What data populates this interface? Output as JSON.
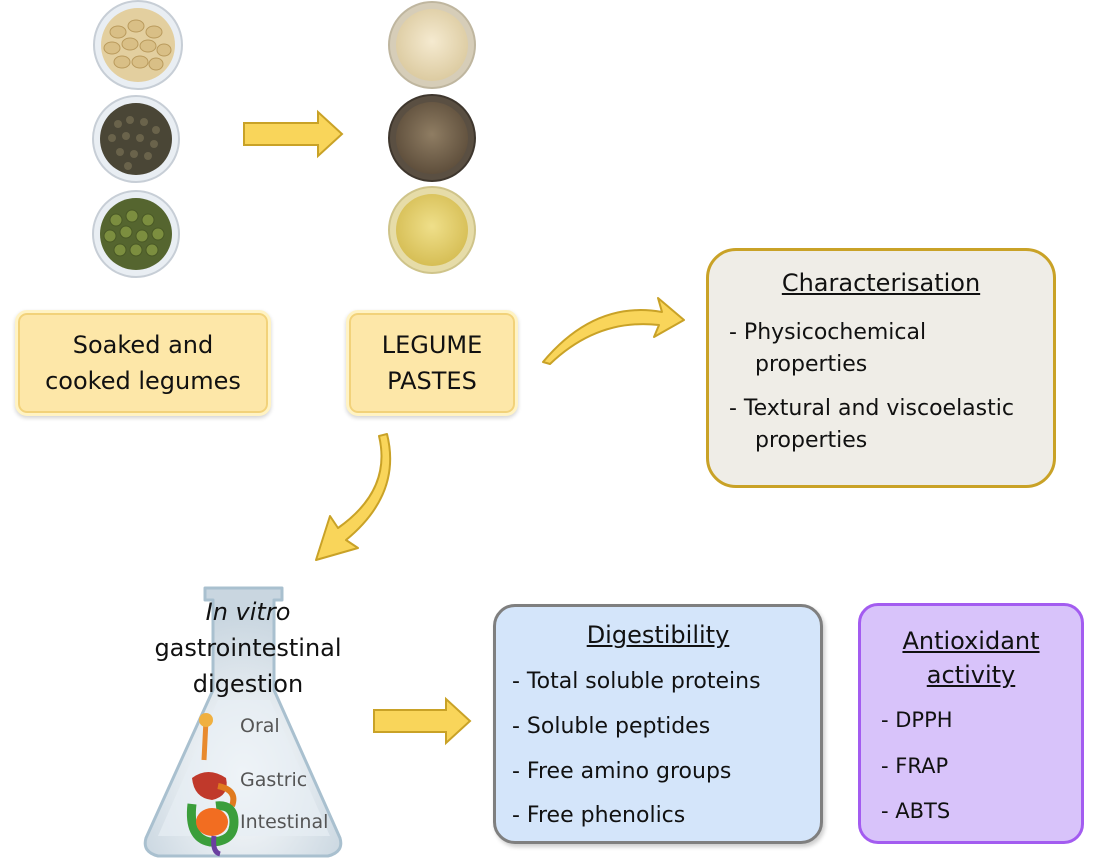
{
  "left_label": {
    "line1": "Soaked and",
    "line2": "cooked legumes"
  },
  "center_label": {
    "line1": "LEGUME",
    "line2": "PASTES"
  },
  "characterisation": {
    "title": "Characterisation",
    "items": [
      {
        "line1": "-  Physicochemical",
        "line2": "properties"
      },
      {
        "line1": "-  Textural and viscoelastic",
        "line2": "properties"
      }
    ]
  },
  "digestion": {
    "italic": "In vitro",
    "line2": "gastrointestinal",
    "line3": "digestion",
    "stages": [
      "Oral",
      "Gastric",
      "Intestinal"
    ]
  },
  "digestibility": {
    "title": "Digestibility",
    "items": [
      "-  Total soluble proteins",
      "-  Soluble peptides",
      "-  Free amino groups",
      "-  Free phenolics"
    ]
  },
  "antioxidant": {
    "title_line1": "Antioxidant",
    "title_line2": "activity",
    "items": [
      "- DPPH",
      "- FRAP",
      "- ABTS"
    ]
  },
  "colors": {
    "arrow_fill": "#f9d55a",
    "arrow_stroke": "#c9a227",
    "yellow_box": "#fde7a8",
    "characterisation_bg": "#efede7",
    "digestibility_bg": "#d4e5fa",
    "antioxidant_bg": "#d8c3fa",
    "antioxidant_border": "#a35cf0"
  }
}
